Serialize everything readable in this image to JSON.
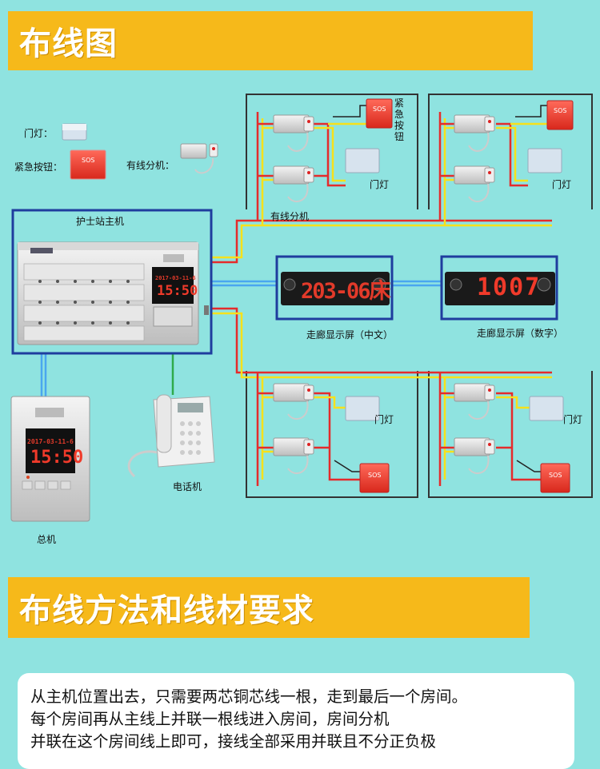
{
  "banner_top": "布线图",
  "banner_bottom": "布线方法和线材要求",
  "legend": {
    "door_light": "门灯：",
    "emergency_button": "紧急按钮：",
    "wired_extension": "有线分机："
  },
  "labels": {
    "nurse_station": "护士站主机",
    "emergency_button_vertical": "紧急按钮",
    "door_light": "门灯",
    "wired_extension": "有线分机",
    "corridor_cn": "走廊显示屏（中文）",
    "corridor_num": "走廊显示屏（数字）",
    "telephone": "电话机",
    "main_unit": "总机"
  },
  "displays": {
    "cn_text": "203-06床",
    "num_text": "1007",
    "host_date": "2017-03-11-6",
    "host_time": "15:50",
    "station_date": "2017-03-11-6",
    "station_time": "15:50",
    "sos": "SOS"
  },
  "description": "从主机位置出去，只需要两芯铜芯线一根，走到最后一个房间。\n每个房间再从主线上并联一根线进入房间，房间分机\n并联在这个房间线上即可，接线全部采用并联且不分正负极"
}
